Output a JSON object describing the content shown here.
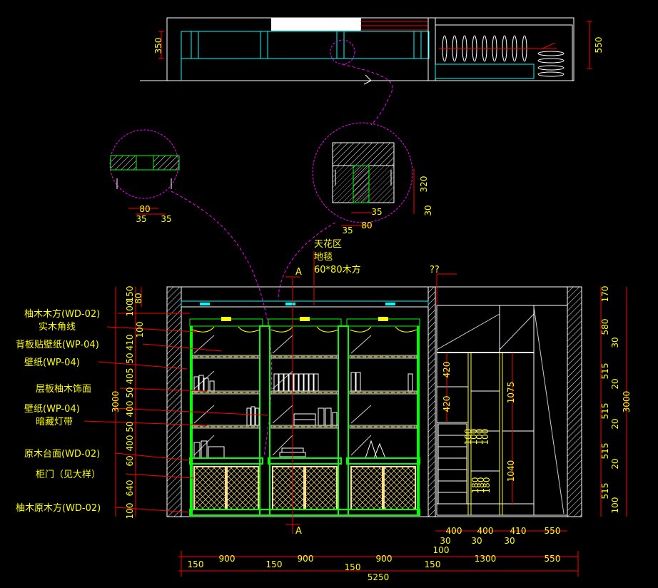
{
  "labels": {
    "left": [
      "柚木木方(WD-02)",
      "实木角线",
      "背板贴壁纸(WP-04)",
      "壁纸(WP-04)",
      "层板柚木饰面",
      "壁纸(WP-04)",
      "暗藏灯带",
      "原木台面(WD-02)",
      "柜门（见大样）",
      "柚木原木方(WD-02)"
    ],
    "top_note": [
      "天花区",
      "地毯",
      "60*80木方"
    ],
    "wardrobe_note": "??",
    "section_mark": "A"
  },
  "dims": {
    "plan_left": "350",
    "plan_right": "550",
    "detail1": [
      "80",
      "35",
      "35"
    ],
    "detail2": [
      "320",
      "30",
      "35",
      "35",
      "80"
    ],
    "left_vertical": [
      "150",
      "100",
      "80",
      "100",
      "410",
      "50",
      "405",
      "50",
      "400",
      "50",
      "400",
      "60",
      "640",
      "100"
    ],
    "left_total": "3000",
    "right_vertical": [
      "170",
      "580",
      "30",
      "515",
      "20",
      "515",
      "20",
      "515",
      "20",
      "515",
      "100"
    ],
    "right_total": "3000",
    "wardrobe_inner": [
      "420",
      "420",
      "1075",
      "1040"
    ],
    "wardrobe_small": [
      "100",
      "100",
      "100",
      "100",
      "180",
      "180",
      "180"
    ],
    "bottom_row1": [
      "400",
      "400",
      "410",
      "550"
    ],
    "bottom_row1b": [
      "30",
      "30",
      "30"
    ],
    "bottom_row2": [
      "150",
      "900",
      "150",
      "900",
      "150",
      "900",
      "150",
      "1300",
      "550"
    ],
    "bottom_100": "100",
    "bottom_total": "5250"
  },
  "colors": {
    "background": "#000000",
    "outline": "#ffffff",
    "cabinet": "#00ff00",
    "dimension": "#ff0000",
    "text": "#ffff00",
    "cyan": "#00ffff",
    "leader": "#ff00ff"
  }
}
